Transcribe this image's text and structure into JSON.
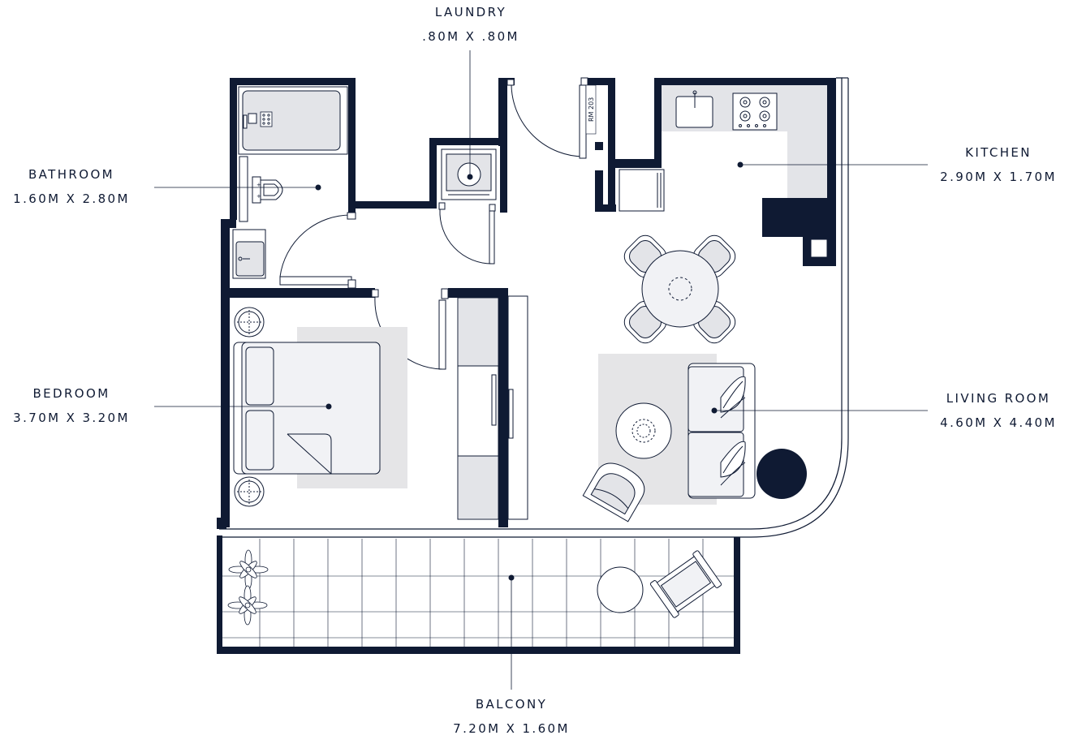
{
  "colors": {
    "wall": "#0f1a33",
    "line": "#0f1a33",
    "furniture_fill": "#e3e4e8",
    "rug_fill": "#e5e5e7",
    "light_fill": "#f1f2f5"
  },
  "tag": "RM 203",
  "rooms": {
    "laundry": {
      "name": "LAUNDRY",
      "dims": ".80M X .80M"
    },
    "bathroom": {
      "name": "BATHROOM",
      "dims": "1.60M X 2.80M"
    },
    "bedroom": {
      "name": "BEDROOM",
      "dims": "3.70M X 3.20M"
    },
    "kitchen": {
      "name": "KITCHEN",
      "dims": "2.90M X 1.70M"
    },
    "living": {
      "name": "LIVING ROOM",
      "dims": "4.60M X 4.40M"
    },
    "balcony": {
      "name": "BALCONY",
      "dims": "7.20M X 1.60M"
    }
  }
}
